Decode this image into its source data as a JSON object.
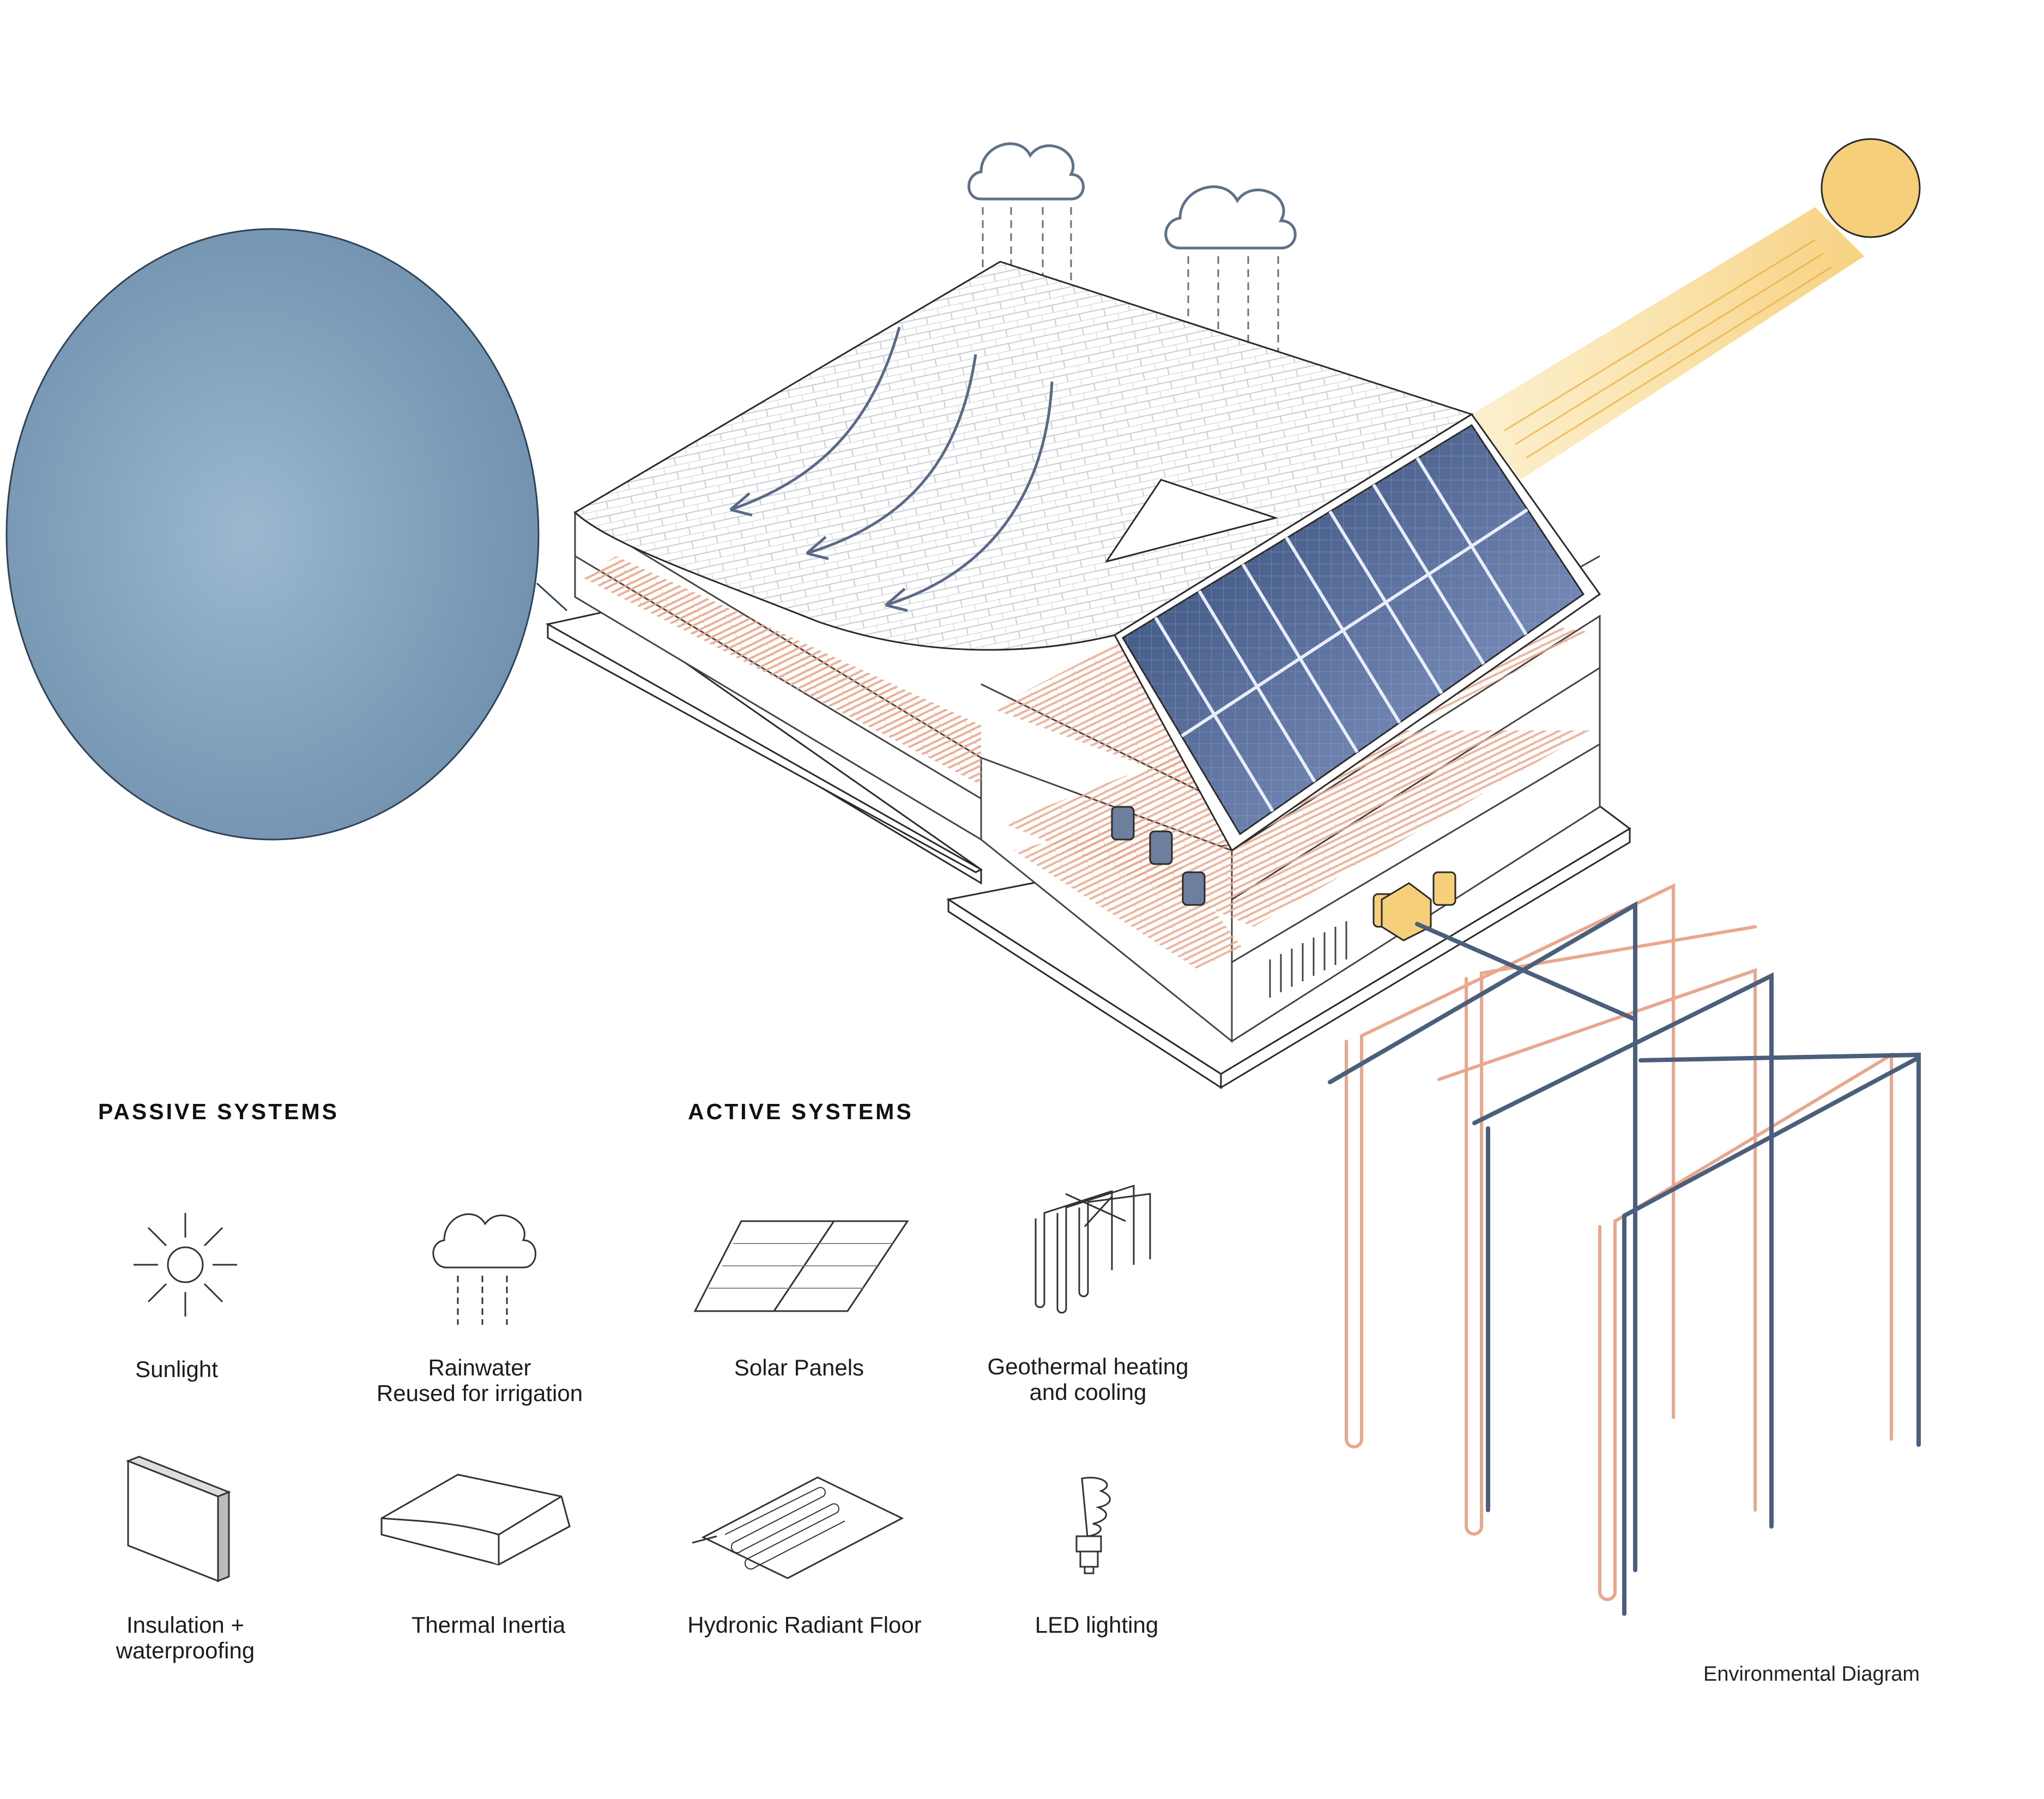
{
  "colors": {
    "pond": "#7fa2bf",
    "pond_edge": "#2f4256",
    "sun": "#f6cf7a",
    "sun_beam": "#f8d98b",
    "solar_panel": "#4c6691",
    "solar_panel_light": "#a8b7dc",
    "radiant_pipe": "#e9a88d",
    "geothermal_blue": "#4b5f7c",
    "cloud": "#5f7189",
    "line": "#2a2a2a"
  },
  "headings": {
    "passive": "PASSIVE SYSTEMS",
    "active": "ACTIVE SYSTEMS"
  },
  "passive_systems": [
    {
      "icon": "sun-icon",
      "label": "Sunlight"
    },
    {
      "icon": "rain-cloud-icon",
      "label": "Rainwater\nReused for irrigation"
    },
    {
      "icon": "insulation-panel-icon",
      "label": "Insulation +\nwaterproofing"
    },
    {
      "icon": "thermal-mass-icon",
      "label": "Thermal Inertia"
    }
  ],
  "active_systems": [
    {
      "icon": "solar-panels-icon",
      "label": "Solar Panels"
    },
    {
      "icon": "geothermal-loops-icon",
      "label": "Geothermal heating\nand cooling"
    },
    {
      "icon": "radiant-floor-icon",
      "label": "Hydronic Radiant Floor"
    },
    {
      "icon": "led-bulb-icon",
      "label": "LED lighting"
    }
  ],
  "footer": {
    "caption": "Environmental Diagram"
  }
}
